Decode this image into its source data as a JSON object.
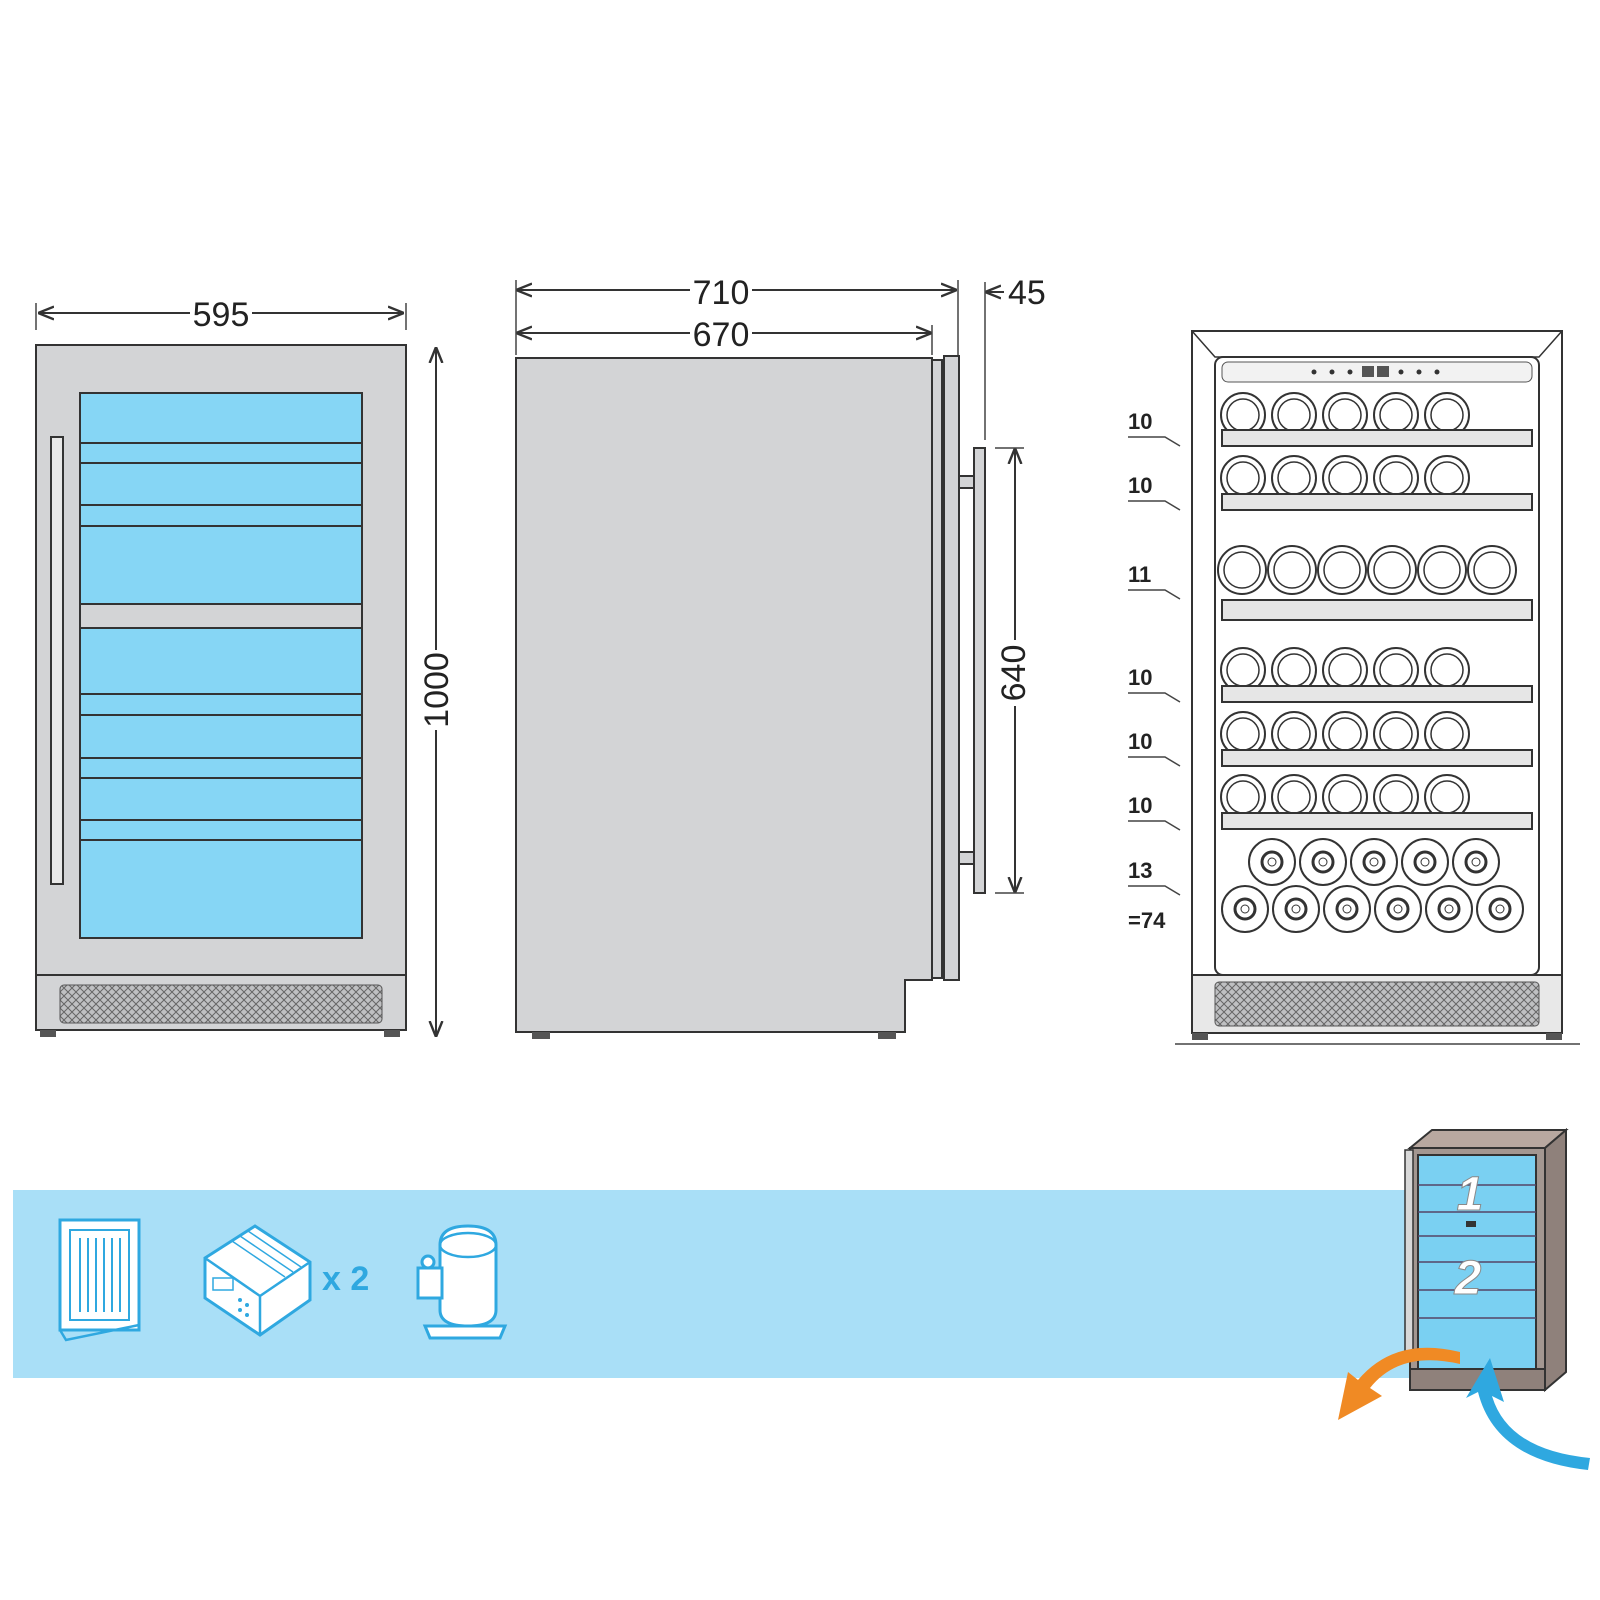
{
  "dimensions": {
    "front_width": "595",
    "height": "1000",
    "depth_total": "710",
    "depth_cabinet": "670",
    "handle_depth": "45",
    "handle_length": "640"
  },
  "capacity": {
    "shelves": [
      "10",
      "10",
      "11",
      "10",
      "10",
      "10",
      "13"
    ],
    "total": "=74"
  },
  "features": {
    "icons": [
      "glass-door-icon",
      "thermostat-module-icon",
      "compressor-icon"
    ],
    "module_multiplier": "x 2"
  },
  "zones": [
    "1",
    "2"
  ],
  "colors": {
    "glass": "#86d6f5",
    "banner": "#a9dff7",
    "steel": "#d3d4d6",
    "exhaust_arrow": "#f08a24",
    "intake_arrow": "#2fa8e0"
  }
}
